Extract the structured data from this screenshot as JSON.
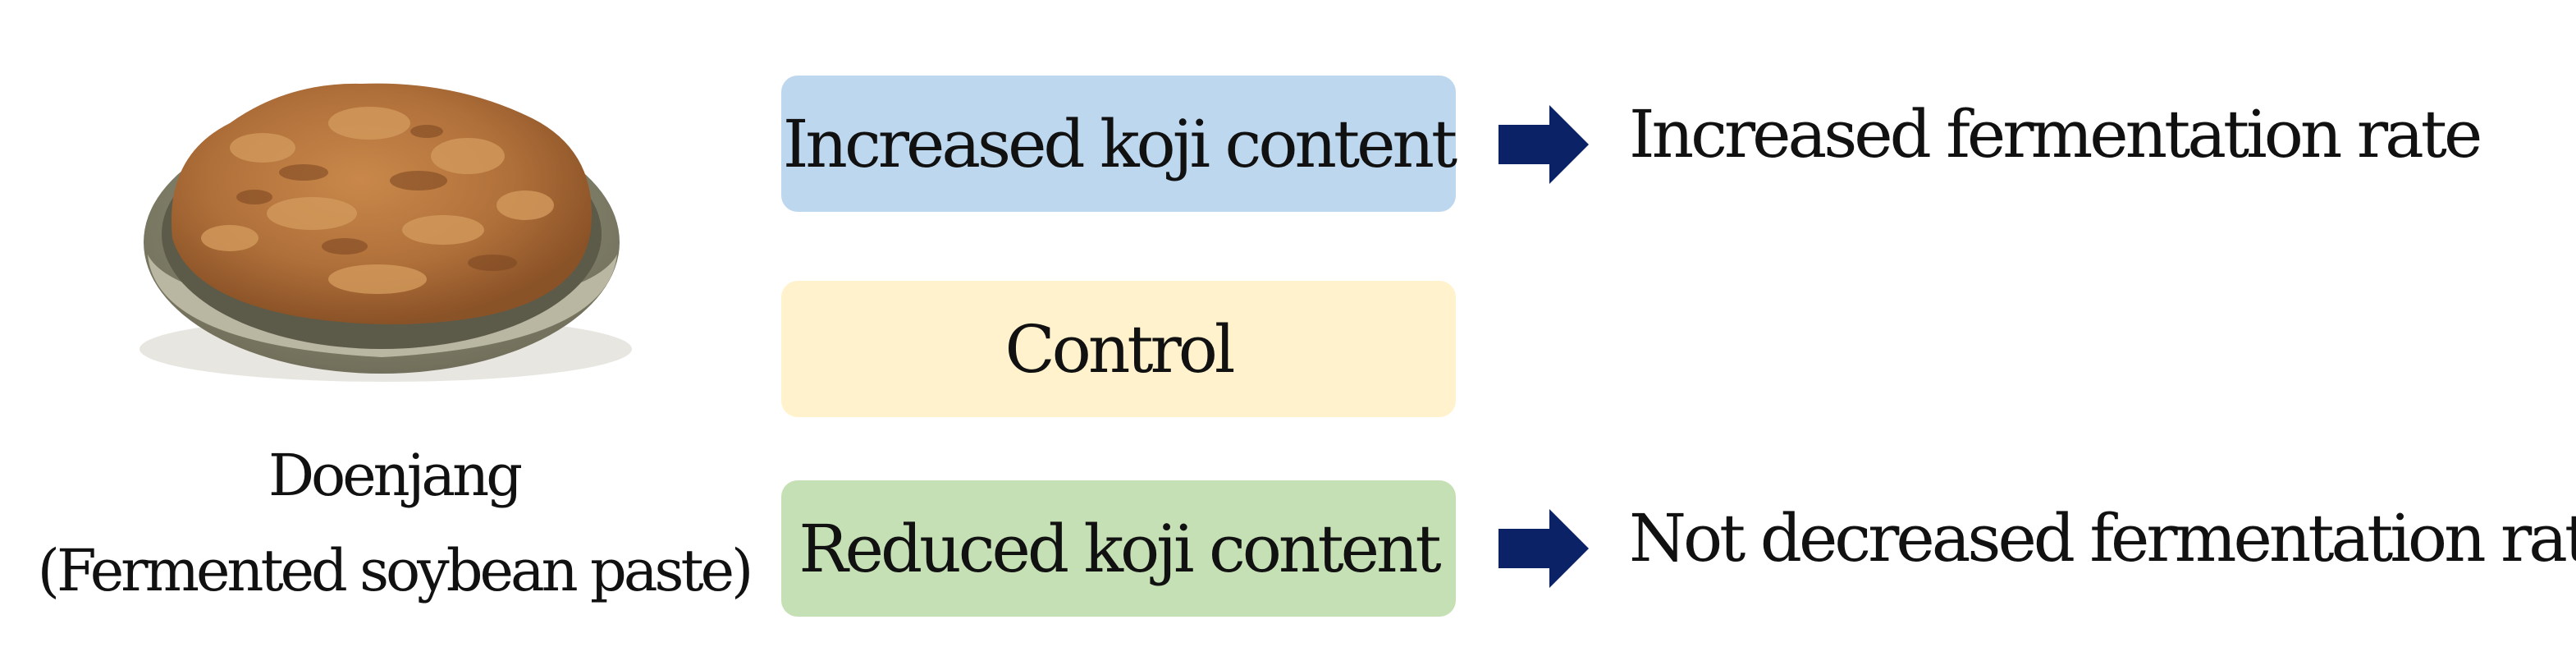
{
  "image": {
    "subject": "Doenjang",
    "caption_line1": "Doenjang",
    "caption_line2": "(Fermented soybean paste)"
  },
  "boxes": [
    {
      "label": "Increased koji content",
      "color": "#bdd7ee"
    },
    {
      "label": "Control",
      "color": "#fff2cc"
    },
    {
      "label": "Reduced koji content",
      "color": "#c5e0b4"
    }
  ],
  "arrow_color": "#0b2366",
  "outcomes": [
    {
      "label": "Increased fermentation rate"
    },
    {
      "label": "Not decreased fermentation rate"
    }
  ]
}
